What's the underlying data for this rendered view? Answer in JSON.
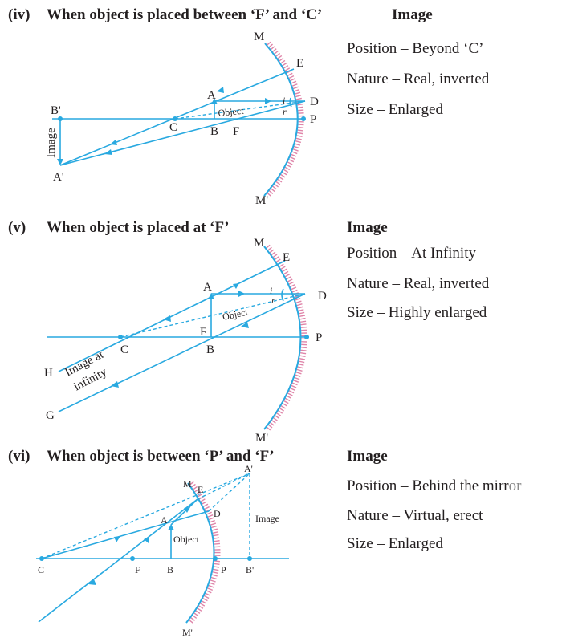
{
  "cases": [
    {
      "number": "(iv)",
      "heading": "When object is placed between ‘F’ and ‘C’",
      "image_title": "Image",
      "position": "Position – Beyond ‘C’",
      "nature": "Nature – Real, inverted",
      "size": "Size – Enlarged",
      "labels": {
        "M": "M",
        "E": "E",
        "D": "D",
        "P": "P",
        "M2": "M'",
        "A": "A",
        "B": "B",
        "C": "C",
        "F": "F",
        "B2": "B'",
        "A2": "A'",
        "object": "Object",
        "image": "Image",
        "i": "i",
        "r": "r"
      }
    },
    {
      "number": "(v)",
      "heading": "When object is placed at ‘F’",
      "image_title": "Image",
      "position": "Position – At Infinity",
      "nature": "Nature – Real, inverted",
      "size": "Size – Highly enlarged",
      "labels": {
        "M": "M",
        "E": "E",
        "D": "D",
        "P": "P",
        "M2": "M'",
        "A": "A",
        "B": "B",
        "C": "C",
        "F": "F",
        "H": "H",
        "G": "G",
        "object": "Object",
        "image_line1": "Image at",
        "image_line2": "infinity",
        "i": "i",
        "r": "r"
      }
    },
    {
      "number": "(vi)",
      "heading": "When object is between ‘P’ and ‘F’",
      "image_title": "Image",
      "position_main": "Position – Behind the mirr",
      "position_faded": "or",
      "nature": "Nature – Virtual, erect",
      "size": "Size – Enlarged",
      "labels": {
        "M": "M",
        "E": "E",
        "D": "D",
        "P": "P",
        "M2": "M'",
        "A": "A",
        "B": "B",
        "C": "C",
        "F": "F",
        "A2": "A'",
        "B2": "B'",
        "object": "Object",
        "image": "Image"
      }
    }
  ],
  "colors": {
    "ray": "#29a9e0",
    "mirror_hatch": "#d9709a",
    "text": "#231f20"
  }
}
